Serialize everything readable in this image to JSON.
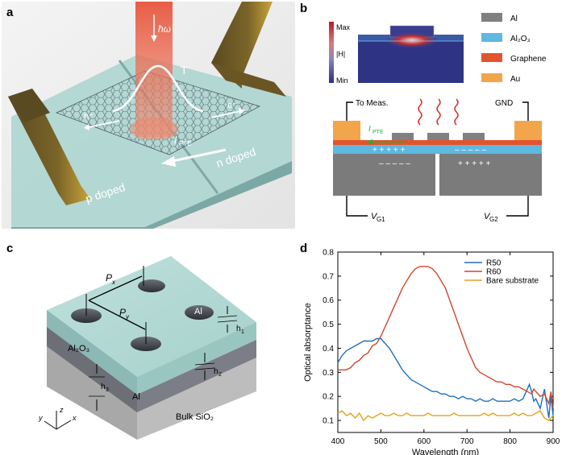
{
  "panels": {
    "a": {
      "letter": "a",
      "hbar_omega": "ħω",
      "temperature": "T",
      "hole": "h⁺",
      "electron": "e⁻",
      "current_I": "I",
      "current_sub": "PTE",
      "p_doped": "p doped",
      "n_doped": "n doped"
    },
    "b": {
      "letter": "b",
      "colorbar_max": "Max",
      "colorbar_label": "|H|",
      "colorbar_min": "Min",
      "legend": [
        {
          "label": "Al",
          "color": "#808080"
        },
        {
          "label": "Al₂O₃",
          "color": "#5fb8e0"
        },
        {
          "label": "Graphene",
          "color": "#e2542d"
        },
        {
          "label": "Au",
          "color": "#f2a54a"
        }
      ],
      "to_meas": "To Meas.",
      "gnd": "GND",
      "i_pte": "I",
      "i_pte_sub": "PTE",
      "plus_signs": "+ + + + +",
      "minus_signs": "– – – – –",
      "vg1": "V",
      "vg1_sub": "G1",
      "vg2": "V",
      "vg2_sub": "G2"
    },
    "c": {
      "letter": "c",
      "px": "P",
      "px_sub": "x",
      "py": "P",
      "py_sub": "y",
      "al_disk": "Al",
      "al2o3": "Al₂O₃",
      "h1": "h",
      "h1_sub": "1",
      "h2": "h",
      "h2_sub": "2",
      "h3": "h",
      "h3_sub": "3",
      "al_layer": "Al",
      "bulk": "Bulk SiO₂",
      "axis_x": "x",
      "axis_y": "y",
      "axis_z": "z"
    },
    "d": {
      "letter": "d"
    }
  },
  "chart_data": {
    "type": "line",
    "xlabel": "Wavelength (nm)",
    "ylabel": "Optical absorptance",
    "xlim": [
      400,
      900
    ],
    "ylim": [
      0.05,
      0.8
    ],
    "xticks": [
      400,
      500,
      600,
      700,
      800,
      900
    ],
    "yticks": [
      0.1,
      0.2,
      0.3,
      0.4,
      0.5,
      0.6,
      0.7,
      0.8
    ],
    "legend_position": "top-right",
    "series": [
      {
        "name": "R50",
        "color": "#1f6fbf",
        "x": [
          400,
          410,
          420,
          430,
          440,
          450,
          460,
          470,
          480,
          490,
          500,
          510,
          520,
          530,
          540,
          550,
          560,
          570,
          580,
          590,
          600,
          610,
          620,
          630,
          640,
          650,
          660,
          670,
          680,
          690,
          700,
          710,
          720,
          730,
          740,
          750,
          760,
          770,
          780,
          790,
          800,
          810,
          820,
          830,
          840,
          845,
          850,
          855,
          860,
          870,
          880,
          890,
          895,
          900
        ],
        "y": [
          0.34,
          0.37,
          0.39,
          0.4,
          0.41,
          0.42,
          0.43,
          0.43,
          0.43,
          0.44,
          0.44,
          0.42,
          0.4,
          0.37,
          0.34,
          0.31,
          0.29,
          0.27,
          0.26,
          0.25,
          0.24,
          0.23,
          0.22,
          0.22,
          0.21,
          0.21,
          0.2,
          0.2,
          0.19,
          0.2,
          0.19,
          0.19,
          0.18,
          0.19,
          0.18,
          0.18,
          0.19,
          0.18,
          0.18,
          0.18,
          0.18,
          0.19,
          0.18,
          0.19,
          0.23,
          0.25,
          0.22,
          0.18,
          0.19,
          0.15,
          0.23,
          0.11,
          0.2,
          0.12
        ]
      },
      {
        "name": "R60",
        "color": "#d2452a",
        "x": [
          400,
          410,
          420,
          430,
          440,
          450,
          460,
          470,
          480,
          490,
          500,
          510,
          520,
          530,
          540,
          550,
          560,
          570,
          580,
          590,
          600,
          610,
          620,
          630,
          640,
          650,
          660,
          670,
          680,
          690,
          700,
          710,
          720,
          730,
          740,
          750,
          760,
          770,
          780,
          790,
          800,
          810,
          820,
          830,
          840,
          850,
          855,
          860,
          870,
          880,
          890,
          895,
          900
        ],
        "y": [
          0.31,
          0.31,
          0.31,
          0.32,
          0.34,
          0.35,
          0.37,
          0.38,
          0.41,
          0.42,
          0.45,
          0.49,
          0.53,
          0.57,
          0.61,
          0.65,
          0.68,
          0.71,
          0.73,
          0.74,
          0.74,
          0.74,
          0.73,
          0.71,
          0.68,
          0.65,
          0.6,
          0.55,
          0.5,
          0.45,
          0.4,
          0.36,
          0.32,
          0.3,
          0.29,
          0.28,
          0.27,
          0.26,
          0.26,
          0.25,
          0.25,
          0.24,
          0.24,
          0.23,
          0.22,
          0.21,
          0.23,
          0.22,
          0.2,
          0.21,
          0.17,
          0.22,
          0.15
        ]
      },
      {
        "name": "Bare substrate",
        "color": "#e2a31c",
        "x": [
          400,
          410,
          420,
          430,
          440,
          450,
          460,
          470,
          480,
          490,
          500,
          510,
          520,
          530,
          540,
          550,
          560,
          570,
          580,
          590,
          600,
          610,
          620,
          630,
          640,
          650,
          660,
          670,
          680,
          690,
          700,
          710,
          720,
          730,
          740,
          750,
          760,
          770,
          780,
          790,
          800,
          810,
          820,
          830,
          840,
          850,
          860,
          870,
          880,
          890,
          900
        ],
        "y": [
          0.13,
          0.14,
          0.12,
          0.13,
          0.11,
          0.13,
          0.1,
          0.12,
          0.11,
          0.12,
          0.13,
          0.12,
          0.12,
          0.13,
          0.12,
          0.12,
          0.13,
          0.12,
          0.12,
          0.12,
          0.12,
          0.13,
          0.12,
          0.12,
          0.12,
          0.12,
          0.12,
          0.13,
          0.12,
          0.12,
          0.12,
          0.12,
          0.12,
          0.12,
          0.13,
          0.12,
          0.13,
          0.12,
          0.12,
          0.12,
          0.12,
          0.13,
          0.12,
          0.13,
          0.12,
          0.12,
          0.13,
          0.14,
          0.11,
          0.1,
          0.12
        ]
      }
    ]
  }
}
